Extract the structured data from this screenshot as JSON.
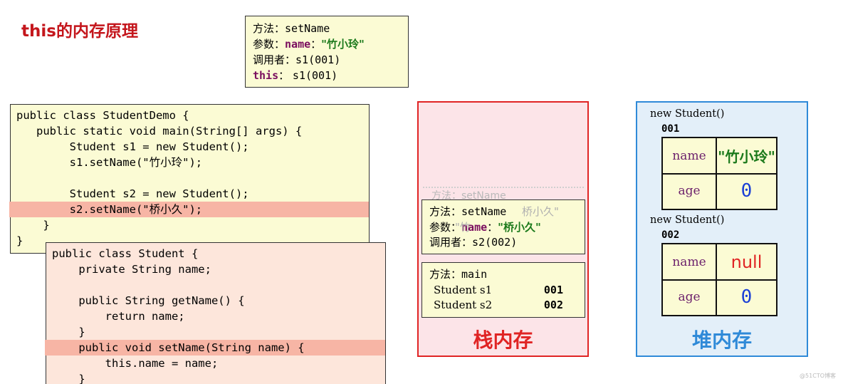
{
  "title": "this的内存原理",
  "info_box": {
    "method_label": "方法：",
    "method_value": "setName",
    "param_label": "参数：",
    "param_name": "name",
    "param_sep": "：",
    "param_value": "\"竹小玲\"",
    "caller_label": "调用者：",
    "caller_value": "s1(001)",
    "this_label": "this",
    "this_sep": "：",
    "this_value": "s1(001)"
  },
  "code_demo": {
    "lines": [
      "public class StudentDemo {",
      "   public static void main(String[] args) {",
      "        Student s1 = new Student();",
      "        s1.setName(\"竹小玲\");",
      "",
      "        Student s2 = new Student();",
      "        s2.setName(\"桥小久\");",
      "    }",
      "}"
    ]
  },
  "code_student": {
    "lines": [
      "public class Student {",
      "    private String name;",
      "",
      "    public String getName() {",
      "        return name;",
      "    }",
      "    public void setName(String name) {",
      "        this.name = name;",
      "    }"
    ]
  },
  "stack": {
    "label": "栈内存",
    "ghost_text": "方法：setName",
    "frame_setname": {
      "method_label": "方法：",
      "method_value": "setName",
      "method_residue": "桥小久\"",
      "param_label": "参数：",
      "param_residue": "\"竹",
      "param_name": "name",
      "param_sep": "：",
      "param_value": "\"桥小久\"",
      "caller_label": "调用者：",
      "caller_value": "s2(002)"
    },
    "frame_main": {
      "method_label": "方法：",
      "method_value": "main",
      "vars": [
        {
          "name": "Student s1",
          "value": "001"
        },
        {
          "name": "Student s2",
          "value": "002"
        }
      ]
    }
  },
  "heap": {
    "label": "堆内存",
    "objects": [
      {
        "header": "new Student()",
        "address": "001",
        "fields": [
          {
            "name": "name",
            "value": "\"竹小玲\""
          },
          {
            "name": "age",
            "value": "0"
          }
        ]
      },
      {
        "header": "new Student()",
        "address": "002",
        "fields": [
          {
            "name": "name",
            "value": "null"
          },
          {
            "name": "age",
            "value": "0"
          }
        ]
      }
    ]
  },
  "watermark": "@51CTO博客"
}
